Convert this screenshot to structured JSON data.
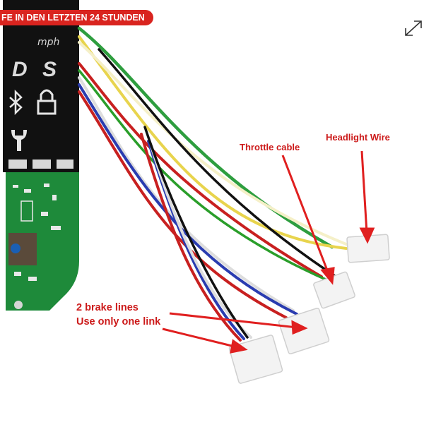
{
  "banner": {
    "text": "FE IN DEN LETZTEN 24 STUNDEN"
  },
  "dashboard": {
    "speed_unit": "mph",
    "mode_d": "D",
    "mode_s": "S"
  },
  "annotations": {
    "throttle": "Throttle cable",
    "headlight": "Headlight Wire",
    "brake_line1": "2 brake lines",
    "brake_line2": "Use only one link"
  },
  "colors": {
    "label_red": "#cc1a1a",
    "pcb_green": "#1e8a3a",
    "panel_black": "#111111"
  },
  "icons": [
    "bluetooth-icon",
    "lock-icon",
    "wrench-icon",
    "expand-icon"
  ]
}
